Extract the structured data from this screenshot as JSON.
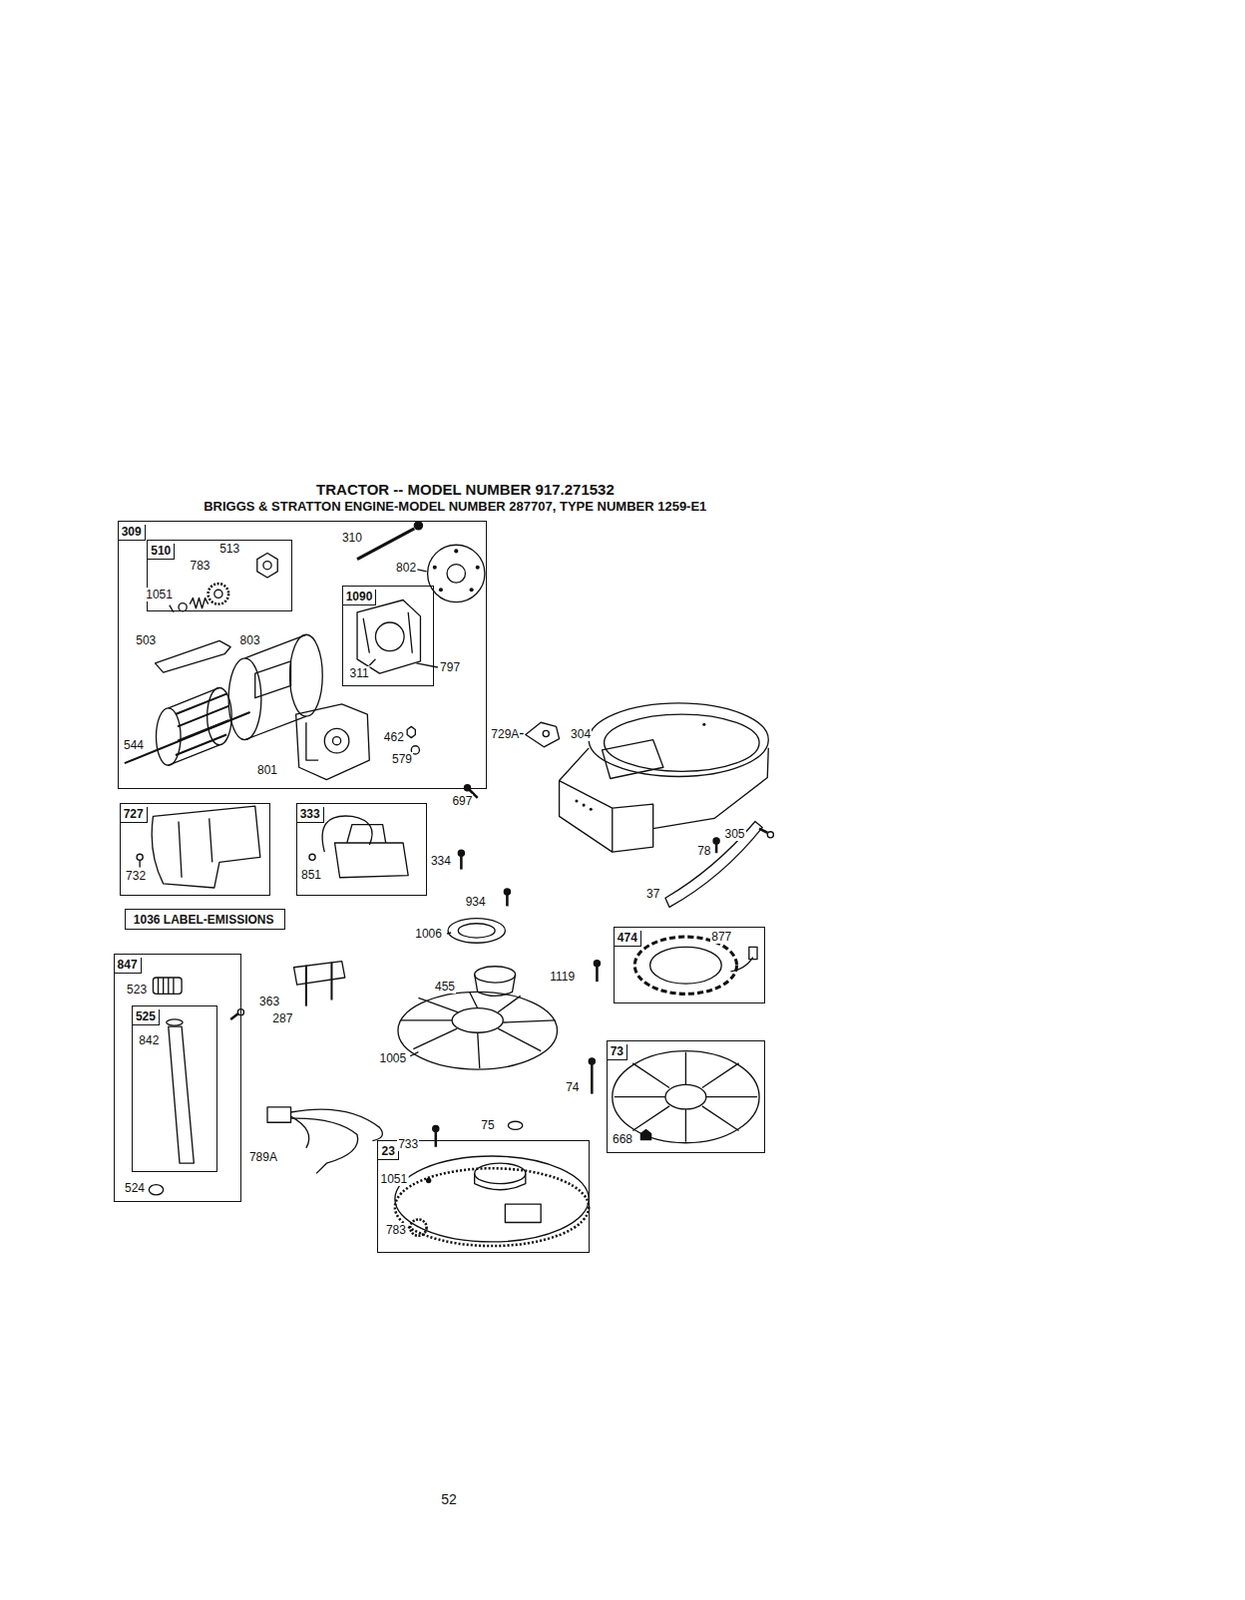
{
  "diagram": {
    "title": "TRACTOR -- MODEL NUMBER 917.271532",
    "nodes": [
      {
        "text": [
          "309"
        ]
      },
      {
        "text": [
          "510"
        ],
        "in": 0
      },
      {
        "text": [
          "1090"
        ],
        "in": 0
      },
      {
        "text": [
          "727"
        ]
      },
      {
        "text": [
          "333"
        ]
      },
      {
        "text": [
          "1036 LABEL-EMISSIONS"
        ]
      },
      {
        "text": [
          "474"
        ]
      },
      {
        "text": [
          "847"
        ]
      },
      {
        "text": [
          "525"
        ],
        "in": 7
      },
      {
        "text": [
          "73"
        ]
      },
      {
        "text": [
          "23"
        ]
      }
    ],
    "labels": [
      "BRIGGS & STRATTON ENGINE-MODEL NUMBER 287707, TYPE NUMBER 1259-E1",
      "310",
      "802",
      "513",
      "783",
      "1051",
      "503",
      "803",
      "797",
      "311",
      "544",
      "462",
      "579",
      "801",
      "729A",
      "304",
      "697",
      "305",
      "78",
      "37",
      "732",
      "851",
      "334",
      "934",
      "1006",
      "455",
      "1119",
      "877",
      "523",
      "287",
      "842",
      "363",
      "1005",
      "74",
      "733",
      "75",
      "789A",
      "668",
      "524",
      "1051",
      "783",
      "52"
    ]
  }
}
